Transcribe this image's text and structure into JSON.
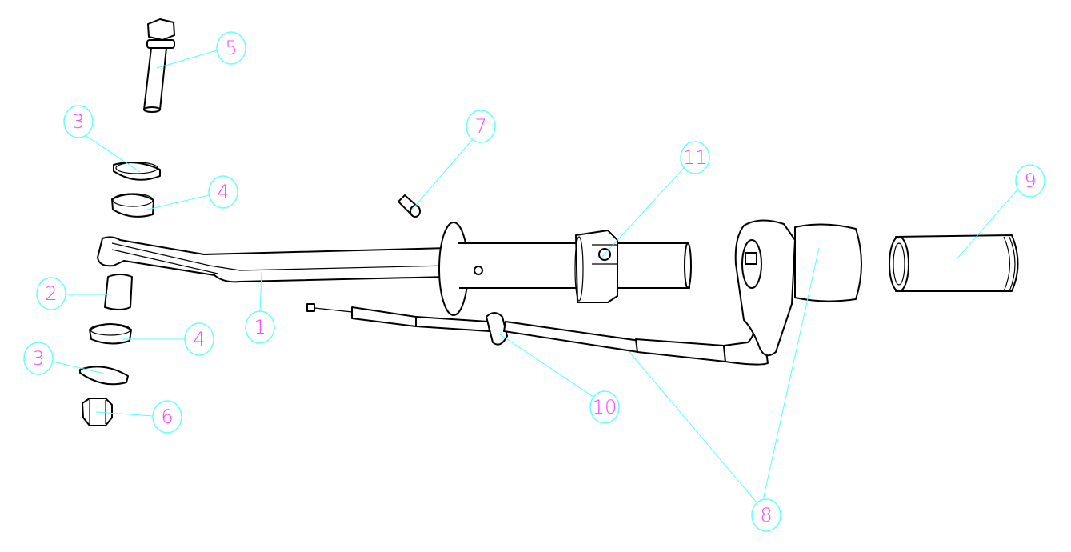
{
  "colors": {
    "balloon": "#66ffff",
    "label": "#ff44ff",
    "outline": "#000000"
  },
  "balloons": {
    "b5": "5",
    "b3a": "3",
    "b7": "7",
    "b11": "11",
    "b9": "9",
    "b4a": "4",
    "b2": "2",
    "b1": "1",
    "b4b": "4",
    "b3b": "3",
    "b10": "10",
    "b6": "6",
    "b8": "8"
  }
}
